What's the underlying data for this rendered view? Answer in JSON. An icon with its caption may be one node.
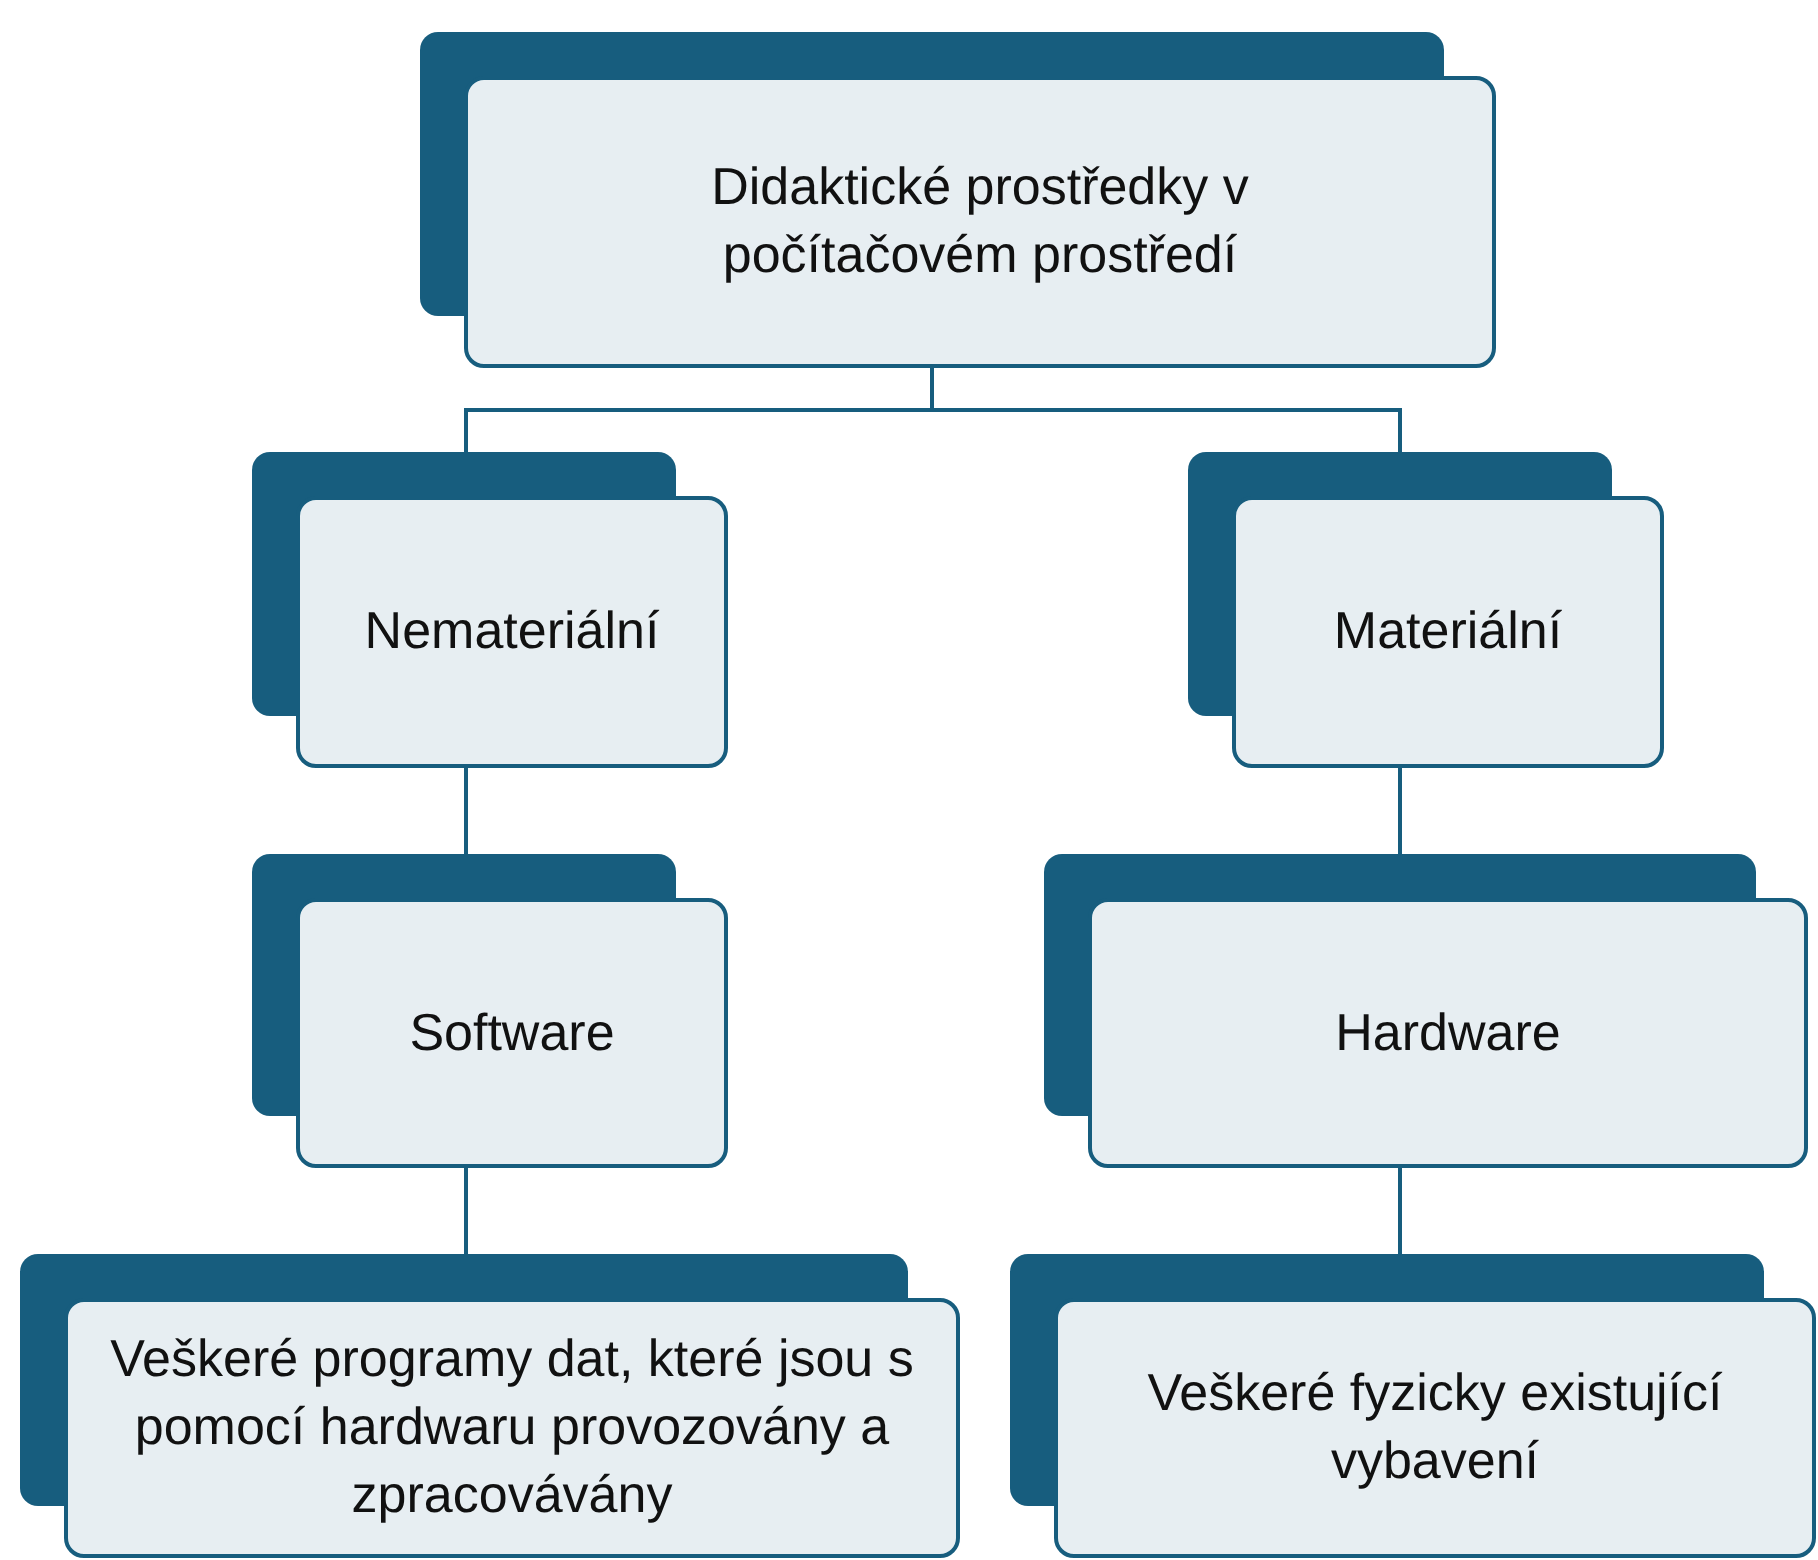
{
  "diagram": {
    "nodes": [
      {
        "text": [
          "Didaktické prostředky v počítačovém prostředí"
        ]
      },
      {
        "text": [
          "Nemateriální"
        ]
      },
      {
        "text": [
          "Materiální"
        ]
      },
      {
        "text": [
          "Software"
        ]
      },
      {
        "text": [
          "Hardware"
        ]
      },
      {
        "text": [
          "Veškeré programy dat, které jsou s pomocí hardwaru provozovány a zpracovávány"
        ]
      },
      {
        "text": [
          "Veškeré fyzicky existující vybavení"
        ]
      }
    ],
    "edges": [
      {
        "from": 0,
        "to": 1,
        "arrow": "none"
      },
      {
        "from": 0,
        "to": 2,
        "arrow": "none"
      },
      {
        "from": 1,
        "to": 3,
        "arrow": "none"
      },
      {
        "from": 2,
        "to": 4,
        "arrow": "none"
      },
      {
        "from": 3,
        "to": 5,
        "arrow": "none"
      },
      {
        "from": 4,
        "to": 6,
        "arrow": "none"
      }
    ]
  }
}
